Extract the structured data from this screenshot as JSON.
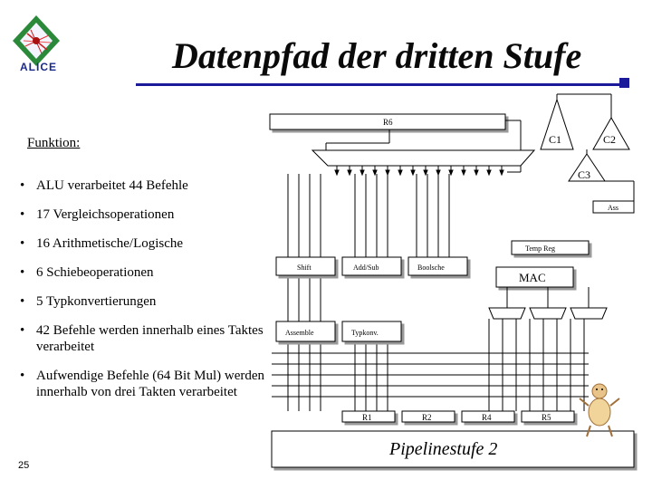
{
  "header": {
    "title": "Datenpfad der dritten Stufe",
    "logo_text": "ALICE"
  },
  "left": {
    "funktion_label": "Funktion:",
    "bullets": [
      "ALU verarbeitet 44 Befehle",
      "17 Vergleichsoperationen",
      "16 Arithmetische/Logische",
      "6 Schiebeoperationen",
      "5 Typkonvertierungen",
      "42 Befehle werden innerhalb eines Taktes verarbeitet",
      "Aufwendige Befehle (64 Bit Mul) werden innerhalb von drei Takten verarbeitet"
    ]
  },
  "diagram": {
    "r6": "R6",
    "c1": "C1",
    "c2": "C2",
    "c3": "C3",
    "ass": "Ass",
    "temp_reg": "Temp Reg",
    "mac": "MAC",
    "shift": "Shift",
    "add_sub": "Add/Sub",
    "boolsche": "Boolsche",
    "assemble": "Assemble",
    "typkonv": "Typkonv.",
    "r1": "R1",
    "r2": "R2",
    "r4": "R4",
    "r5": "R5",
    "pipeline": "Pipelinestufe 2"
  },
  "footer": {
    "page_number": "25"
  }
}
